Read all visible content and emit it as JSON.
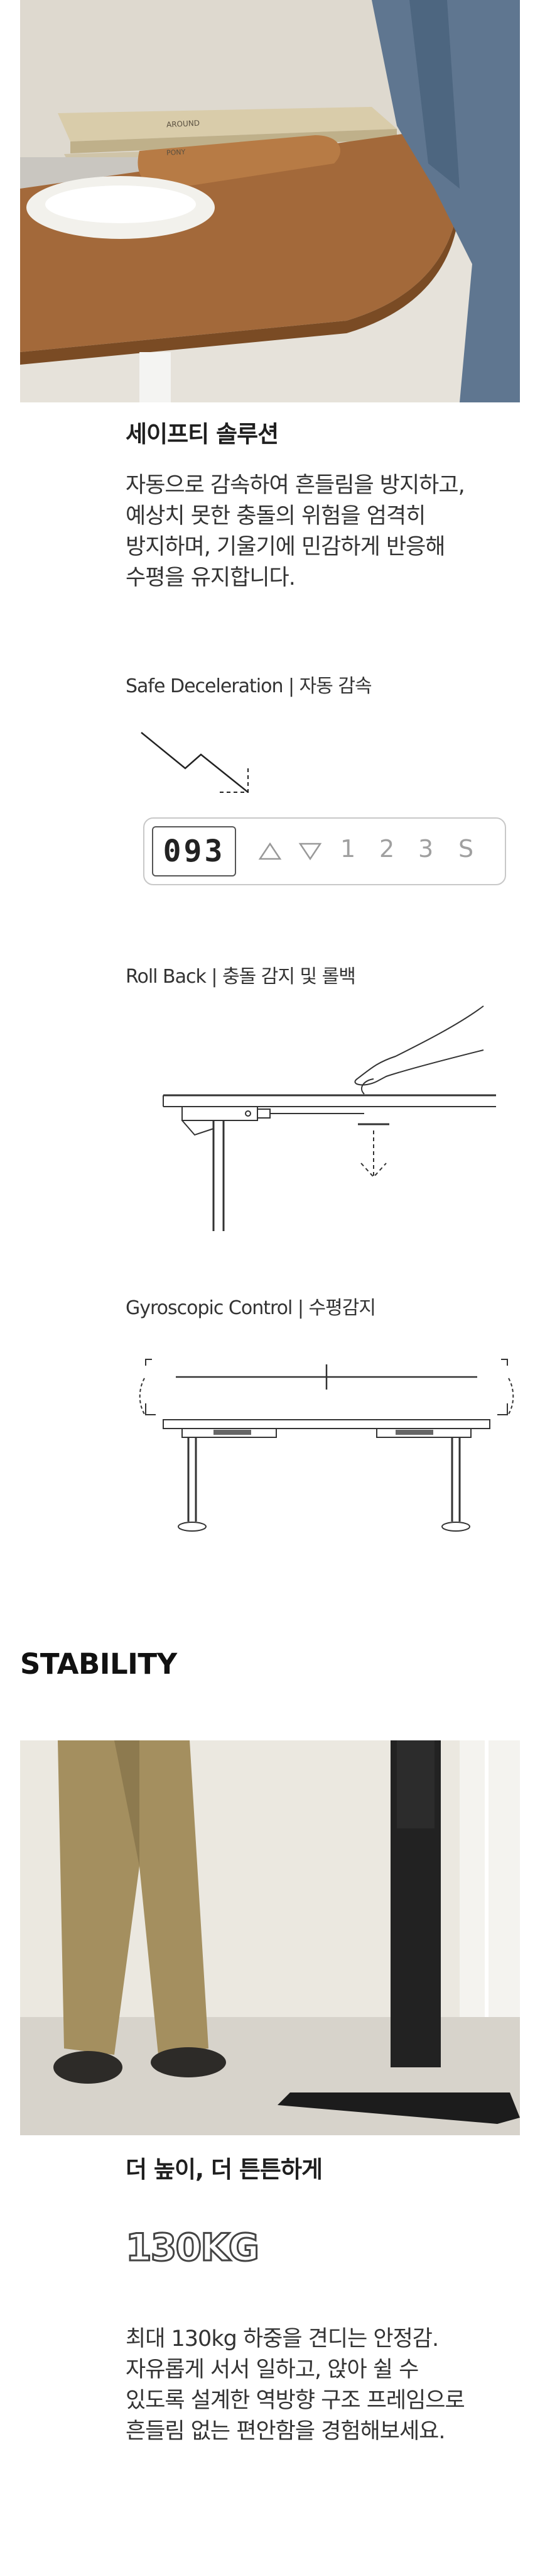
{
  "safety": {
    "title": "세이프티 솔루션",
    "body_lines": [
      "자동으로 감속하여 흔들림을 방지하고,",
      "예상치 못한 충돌의 위험을 엄격히",
      "방지하며, 기울기에 민감하게 반응해",
      "수평을 유지합니다."
    ],
    "book_labels": [
      "AROUND",
      "PONY"
    ]
  },
  "features": {
    "safe_deceleration": "Safe Deceleration | 자동 감속",
    "roll_back": "Roll Back | 충돌 감지 및 롤백",
    "gyroscopic": "Gyroscopic Control | 수평감지"
  },
  "controller": {
    "display": "093",
    "presets": [
      "1",
      "2",
      "3",
      "S"
    ],
    "icons": [
      "up-arrow-icon",
      "down-arrow-icon"
    ]
  },
  "stability": {
    "heading": "STABILITY",
    "title": "더 높이, 더 튼튼하게",
    "big_number": "130KG",
    "body_lines": [
      "최대 130kg 하중을 견디는 안정감.",
      "자유롭게 서서 일하고, 앉아 쉴 수",
      "있도록 설계한 역방향 구조 프레임으로",
      "흔들림 없는 편안함을 경험해보세요."
    ]
  },
  "colors": {
    "desk_wood": "#a3693a",
    "trousers": "#a48f5f",
    "desk_frame": "#222222",
    "wall": "#e9e6de"
  }
}
